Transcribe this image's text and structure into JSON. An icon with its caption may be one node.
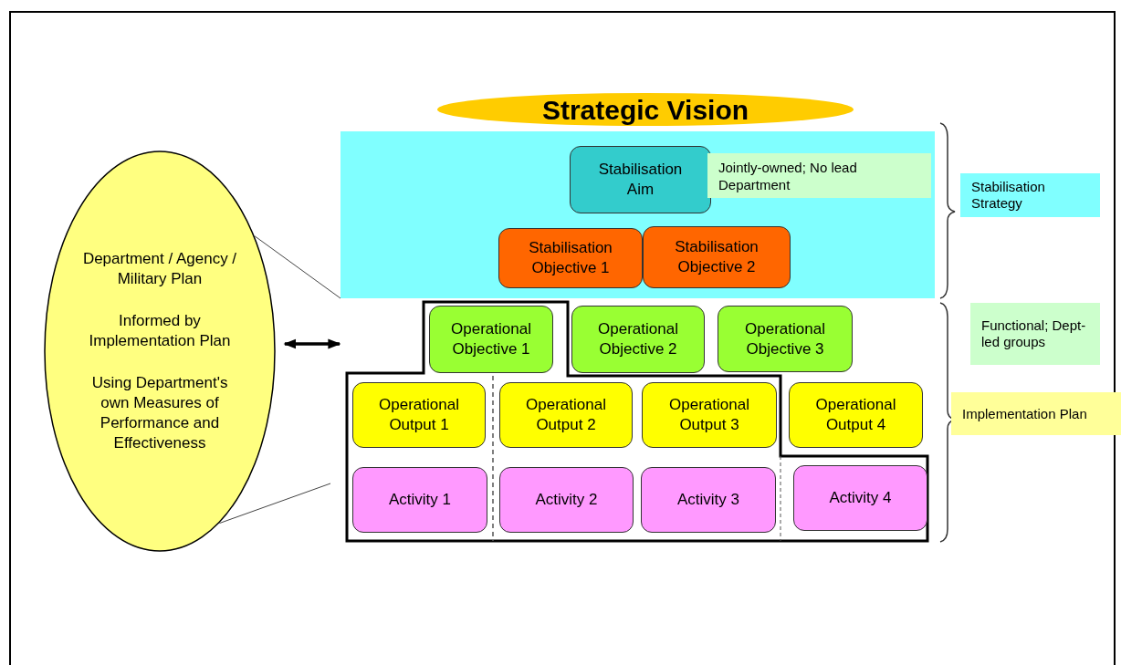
{
  "diagram": {
    "nodes": [
      {
        "text": [
          "Strategic Vision"
        ]
      },
      {
        "text": [],
        "shape": "box"
      },
      {
        "text": [
          "Stabilisation Aim"
        ],
        "in": 1
      },
      {
        "text": [
          "Jointly-owned; No lead Department"
        ],
        "in": 1
      },
      {
        "text": [
          "Stabilisation Objective 1"
        ],
        "in": 1
      },
      {
        "text": [
          "Stabilisation Objective 2"
        ],
        "in": 1
      },
      {
        "text": [
          "Operational Objective 1"
        ]
      },
      {
        "text": [
          "Operational Objective 2"
        ]
      },
      {
        "text": [
          "Operational Objective 3"
        ]
      },
      {
        "text": [
          "Operational Output 1"
        ]
      },
      {
        "text": [
          "Operational Output 2"
        ]
      },
      {
        "text": [
          "Operational Output 3"
        ]
      },
      {
        "text": [
          "Operational Output 4"
        ]
      },
      {
        "text": [
          "Activity 1"
        ]
      },
      {
        "text": [
          "Activity 2"
        ]
      },
      {
        "text": [
          "Activity 3"
        ]
      },
      {
        "text": [
          "Activity 4"
        ]
      },
      {
        "text": [
          "Department / Agency / Military Plan",
          "Informed by Implementation Plan",
          "Using Department's own Measures of Performance and Effectiveness"
        ]
      },
      {
        "text": [
          "Stabilisation Strategy"
        ]
      },
      {
        "text": [
          "Functional; Dept-led groups"
        ]
      },
      {
        "text": [
          "Implementation Plan"
        ]
      }
    ],
    "edges": [
      {
        "from": 17,
        "to": 1,
        "arrow": "none"
      },
      {
        "from": 17,
        "to": null,
        "arrow": "both",
        "style": "thick"
      },
      {
        "from": 17,
        "to": null,
        "arrow": "none"
      }
    ]
  }
}
